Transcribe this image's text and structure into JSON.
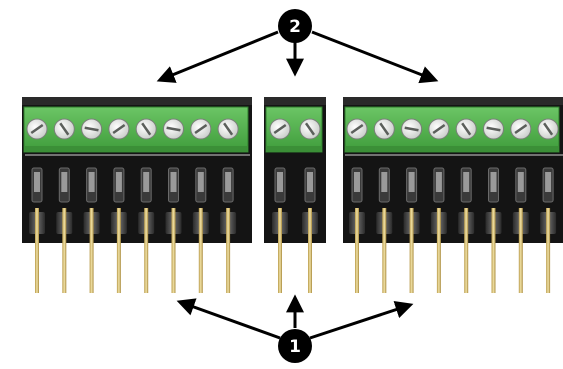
{
  "callouts": {
    "top_badge": "2",
    "bottom_badge": "1"
  },
  "colors": {
    "terminal_green": "#4fb34a",
    "terminal_green_dark": "#2e7d2c",
    "pcb_black": "#141414",
    "pin_gold": "#d9c27a",
    "badge_black": "#000000",
    "badge_text": "#ffffff"
  },
  "groups": {
    "left_screw_count": 8,
    "middle_screw_count": 2,
    "right_screw_count": 8
  }
}
